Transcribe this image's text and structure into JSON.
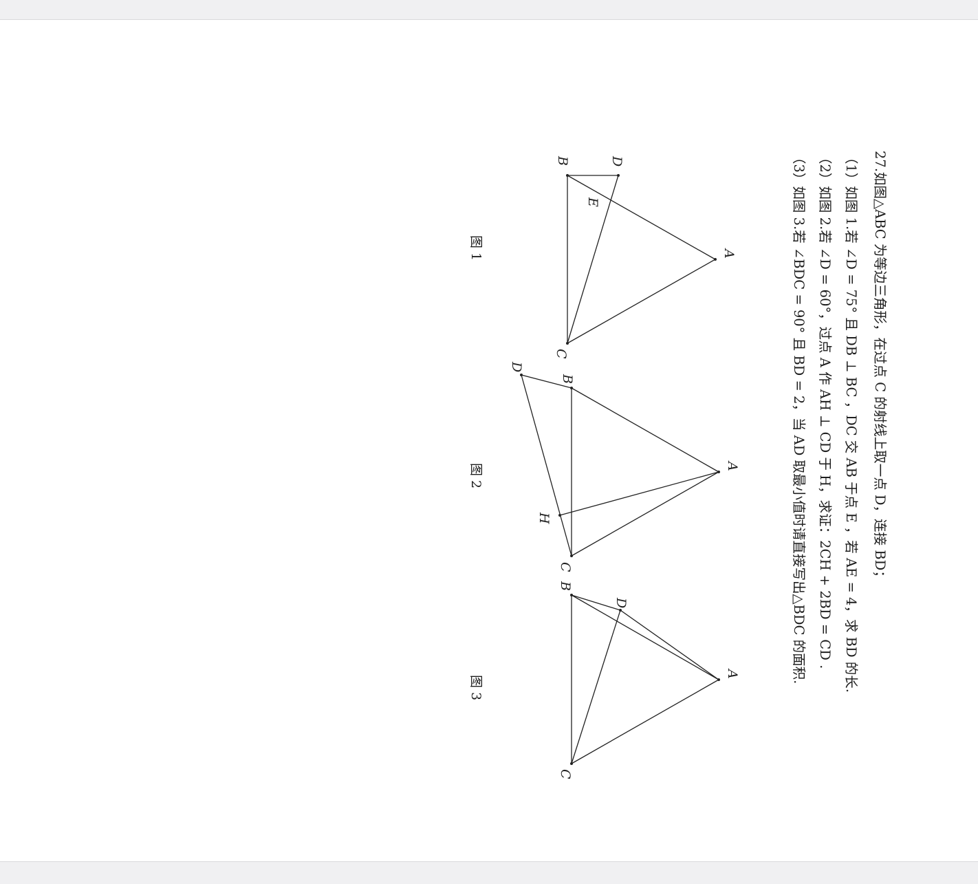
{
  "problem": {
    "stem": "27.如图△ABC 为等边三角形，在过点 C 的射线上取一点 D，连接 BD；",
    "part1": "（1）如图 1.若 ∠D = 75° 且 DB ⊥ BC ，DC 交 AB 于点 E ，若 AE = 4，求 BD 的长.",
    "part2": "（2）如图 2.若 ∠D = 60°，过点 A 作 AH ⊥ CD 于 H，求证：2CH + 2BD = CD .",
    "part3": "（3）如图 3.若 ∠BDC = 90° 且 BD = 2，当 AD 取最小值时请直接写出△BDC 的面积."
  },
  "figures": [
    {
      "caption": "图 1",
      "labels": {
        "A": "A",
        "B": "B",
        "C": "C",
        "D": "D",
        "E": "E"
      }
    },
    {
      "caption": "图 2",
      "labels": {
        "A": "A",
        "B": "B",
        "C": "C",
        "D": "D",
        "H": "H"
      }
    },
    {
      "caption": "图 3",
      "labels": {
        "A": "A",
        "B": "B",
        "C": "C",
        "D": "D"
      }
    }
  ],
  "colors": {
    "page": "#ffffff",
    "chrome": "#f0f0f2",
    "ink": "#1e1e1e"
  }
}
